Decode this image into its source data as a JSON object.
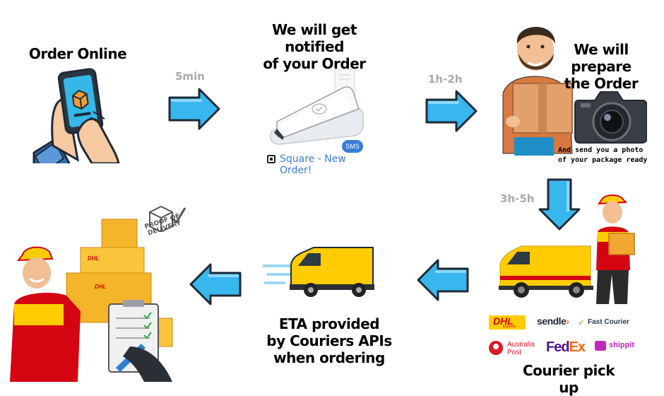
{
  "steps": {
    "order_online": "Order Online",
    "notified_line1": "We will get notified",
    "notified_line2": "of your Order",
    "prepare_line1": "We will prepare",
    "prepare_line2": "the Order",
    "photo_line1": "And send you a photo",
    "photo_line2": "of your package ready",
    "courier_pickup": "Courier pick up",
    "eta_line1": "ETA provided",
    "eta_line2": "by Couriers APIs",
    "eta_line3": "when ordering"
  },
  "durations": {
    "d1": "5min",
    "d2": "1h-2h",
    "d3": "3h-5h"
  },
  "square": {
    "sms_badge": "SMS",
    "caption": "Square - New Order!"
  },
  "proof": {
    "line1": "PROOF OF",
    "line2": "DELIVERY"
  },
  "couriers": {
    "dhl": "DHL",
    "dhl_sub": "Express",
    "sendle": "sendle",
    "fastcourier": "Fast Courier",
    "auspost_line1": "Australia",
    "auspost_line2": "Post",
    "fedex_fed": "Fed",
    "fedex_ex": "Ex",
    "shippit": "shippit"
  },
  "colors": {
    "arrow": "#38b6ee",
    "dhl_yellow": "#ffcc00",
    "dhl_red": "#d40511",
    "fedex_purple": "#4d148c",
    "fedex_orange": "#ff6600",
    "square_blue": "#3b7dd8"
  }
}
